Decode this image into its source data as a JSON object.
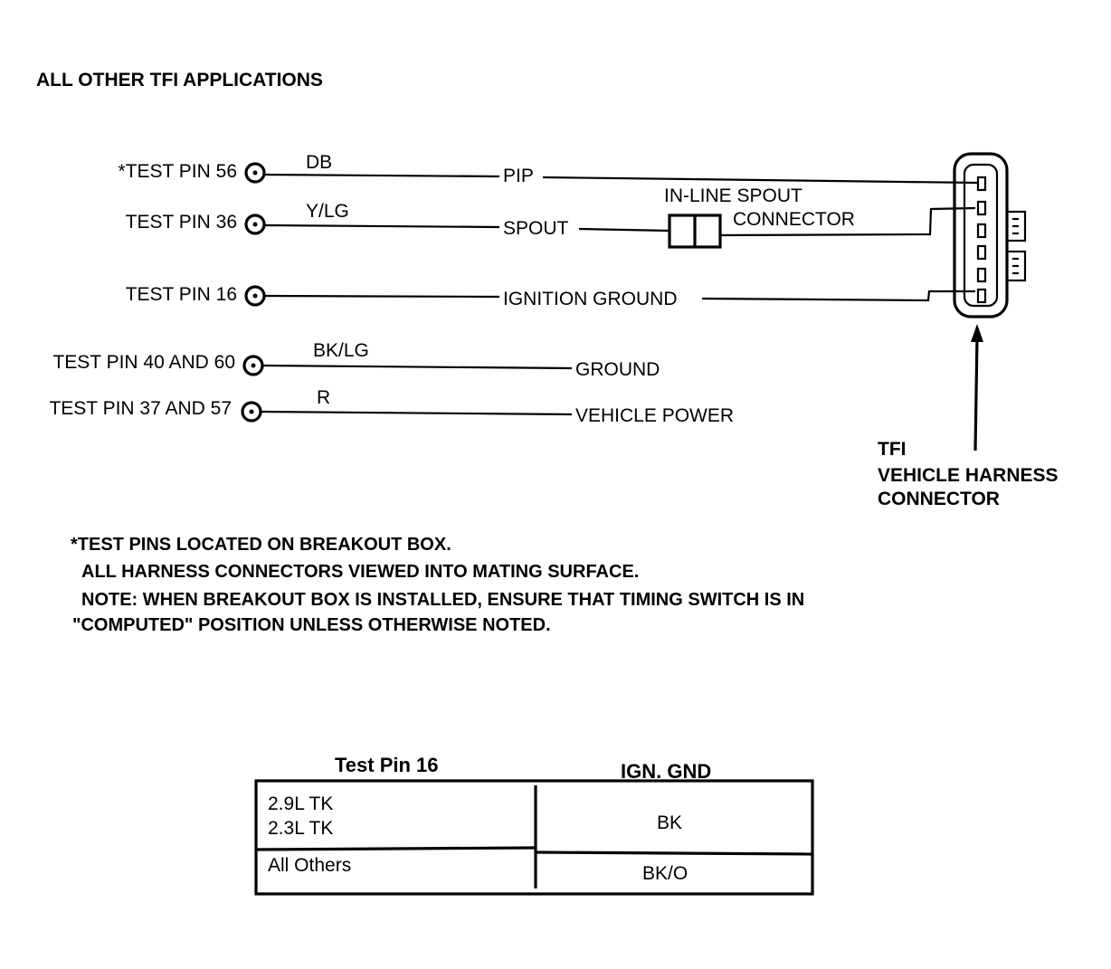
{
  "title": "ALL OTHER TFI APPLICATIONS",
  "circuits": [
    {
      "pin": "*TEST PIN 56",
      "wire": "DB",
      "signal": "PIP"
    },
    {
      "pin": "TEST PIN 36",
      "wire": "Y/LG",
      "signal": "SPOUT"
    },
    {
      "pin": "TEST PIN 16",
      "wire": "",
      "signal": "IGNITION GROUND"
    },
    {
      "pin": "TEST PIN 40 AND 60",
      "wire": "BK/LG",
      "signal": "GROUND"
    },
    {
      "pin": "TEST PIN 37 AND 57",
      "wire": "R",
      "signal": "VEHICLE POWER"
    }
  ],
  "inline_connector": {
    "line1": "IN-LINE SPOUT",
    "line2": "CONNECTOR"
  },
  "harness_connector": {
    "line1": "TFI",
    "line2": "VEHICLE HARNESS",
    "line3": "CONNECTOR"
  },
  "notes": {
    "line1": "*TEST PINS LOCATED ON BREAKOUT BOX.",
    "line2": "ALL HARNESS CONNECTORS VIEWED INTO MATING SURFACE.",
    "line3": "NOTE: WHEN BREAKOUT BOX IS INSTALLED, ENSURE THAT TIMING SWITCH IS IN",
    "line4": "\"COMPUTED\" POSITION UNLESS OTHERWISE NOTED."
  },
  "table": {
    "headers": [
      "Test Pin 16",
      "IGN. GND"
    ],
    "rows": [
      {
        "left_line1": "2.9L TK",
        "left_line2": "2.3L TK",
        "right": "BK"
      },
      {
        "left_line1": "All Others",
        "left_line2": "",
        "right": "BK/O"
      }
    ]
  }
}
